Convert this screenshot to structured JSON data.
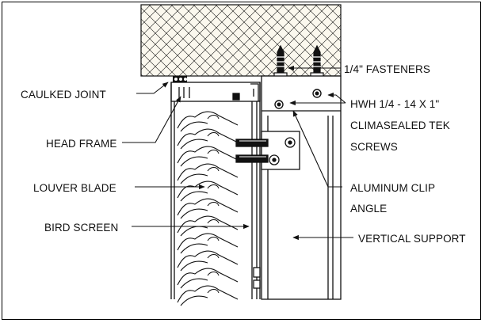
{
  "labels": {
    "caulked_joint": "CAULKED JOINT",
    "head_frame": "HEAD FRAME",
    "louver_blade": "LOUVER BLADE",
    "bird_screen": "BIRD SCREEN",
    "fasteners": "1/4\" FASTENERS",
    "tek_line1": "HWH 1/4 - 14 X 1\"",
    "tek_line2": "CLIMASEALED TEK",
    "tek_line3": "SCREWS",
    "clip_line1": "ALUMINUM CLIP",
    "clip_line2": "ANGLE",
    "vertical_support": "VERTICAL SUPPORT"
  },
  "colors": {
    "line": "#111111",
    "hatch_fill": "#fbf8ee"
  }
}
